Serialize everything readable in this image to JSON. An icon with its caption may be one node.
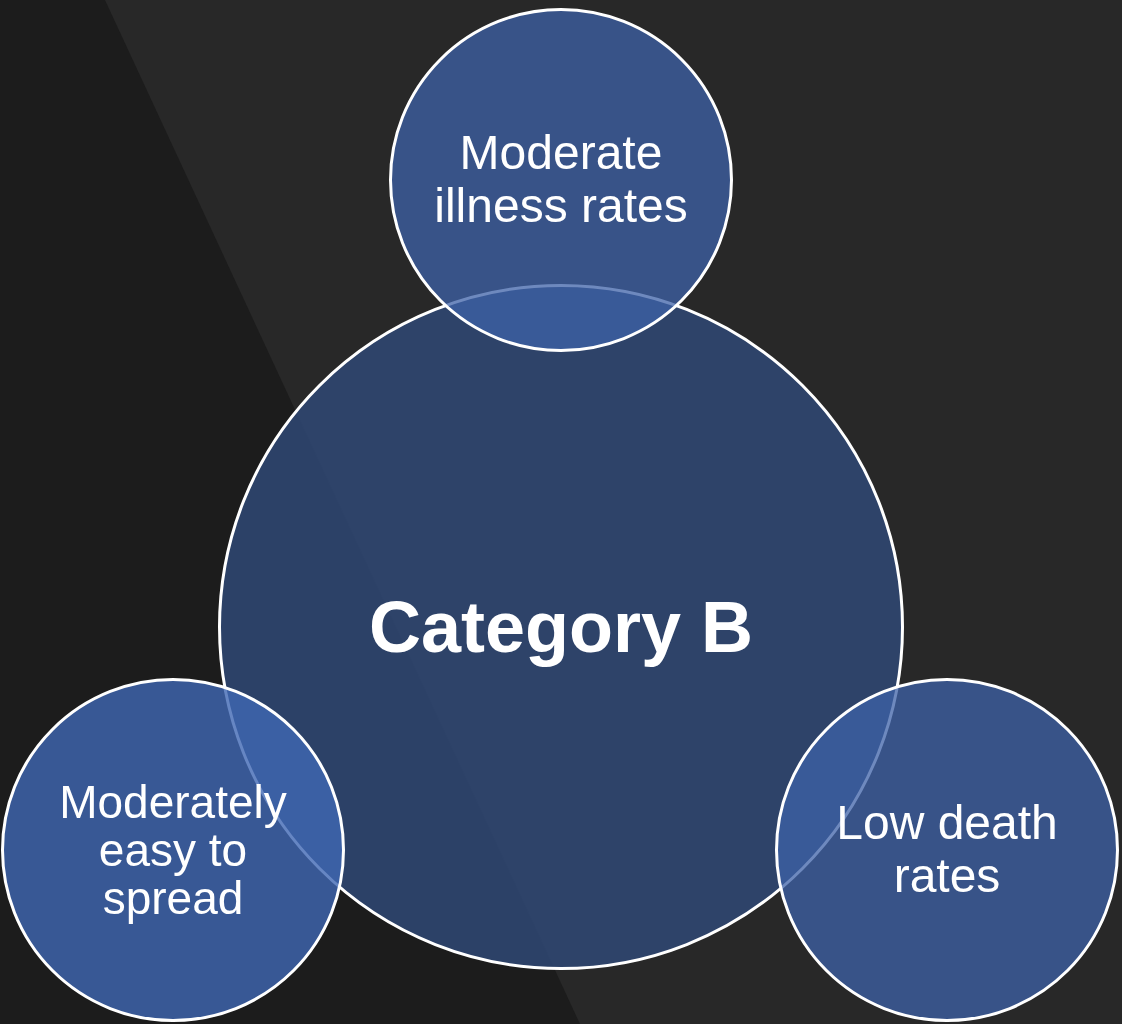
{
  "diagram": {
    "nodes": [
      {
        "text": [
          "Category B"
        ]
      },
      {
        "text": [
          "Moderate illness rates"
        ]
      },
      {
        "text": [
          "Moderately easy to spread"
        ]
      },
      {
        "text": [
          "Low death rates"
        ]
      }
    ]
  }
}
